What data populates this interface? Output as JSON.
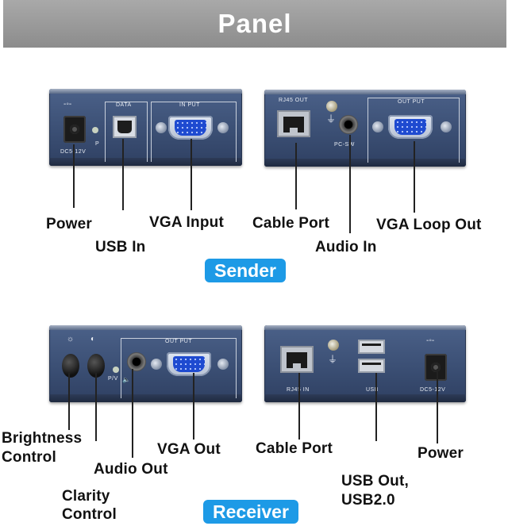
{
  "banner": {
    "title": "Panel"
  },
  "sender": {
    "badge": "Sender",
    "left_panel": {
      "data_label": "DATA",
      "input_label": "IN PUT",
      "power_symbol": "-◦-",
      "dc_label": "DC5-12V",
      "led_label": "P"
    },
    "right_panel": {
      "rj45_label": "RJ45 OUT",
      "pcsw_label": "PC-SW",
      "output_label": "OUT PUT"
    },
    "callouts": {
      "power": "Power",
      "usb_in": "USB In",
      "vga_input": "VGA Input",
      "cable_port": "Cable Port",
      "audio_in": "Audio In",
      "vga_loop_out": "VGA Loop Out"
    }
  },
  "receiver": {
    "badge": "Receiver",
    "left_panel": {
      "output_label": "OUT PUT",
      "brightness_symbol": "☼",
      "clarity_symbol": "◐",
      "pv_label": "P/V",
      "audio_symbol": "🔈"
    },
    "right_panel": {
      "rj45_label": "RJ45 IN",
      "usb_label": "USB",
      "dc_label": "DC5-12V",
      "power_symbol": "-◦-"
    },
    "callouts": {
      "brightness_line1": "Brightness",
      "brightness_line2": "Control",
      "audio_out": "Audio Out",
      "clarity_line1": "Clarity",
      "clarity_line2": "Control",
      "vga_out": "VGA Out",
      "cable_port": "Cable Port",
      "usb_out_line1": "USB Out,",
      "usb_out_line2": "USB2.0",
      "power": "Power"
    }
  },
  "colors": {
    "panel_blue": "#3b4f74",
    "badge_blue": "#1d9ae6",
    "banner_gray": "#9a9a9a"
  }
}
